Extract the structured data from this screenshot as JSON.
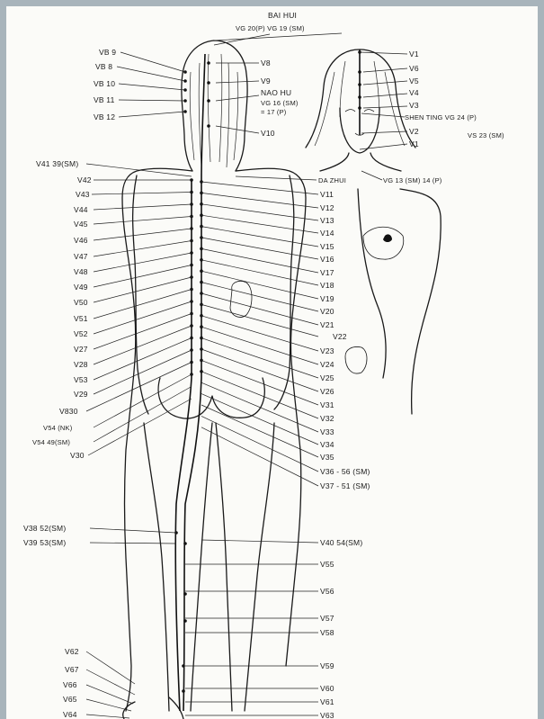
{
  "colors": {
    "frame": "#a8b4bb",
    "paper": "#fbfbf8",
    "ink": "#1a1a1a"
  },
  "labels": {
    "top1": "BAI HUI",
    "top2": "VG 20(P) VG 19 (SM)",
    "b9": "VB 9",
    "b8": "VB 8",
    "b10": "VB 10",
    "b11": "VB 11",
    "b12": "VB 12",
    "v8": "V8",
    "v9": "V9",
    "nao1": "NAO HU",
    "nao2": "VG 16 (SM)",
    "nao3": "= 17 (P)",
    "v10": "V10",
    "f1": "V1",
    "f6": "V6",
    "f5": "V5",
    "f4": "V4",
    "f3": "V3",
    "shen": "SHEN TING VG 24 (P)",
    "vs23": "VS 23 (SM)",
    "f2": "V2",
    "fv1": "V1",
    "v41": "V41 39(SM)",
    "dazhui": "DA ZHUI",
    "vg13": "VG 13 (SM) 14 (P)",
    "l42": "V42",
    "l43": "V43",
    "l44": "V44",
    "l45": "V45",
    "l46": "V46",
    "l47": "V47",
    "l48": "V48",
    "l49": "V49",
    "l50": "V50",
    "l51": "V51",
    "l52": "V52",
    "l27": "V27",
    "l28": "V28",
    "l53": "V53",
    "l29": "V29",
    "l830": "V830",
    "l54a": "V54 (NK)",
    "l54b": "V54 49(SM)",
    "l30": "V30",
    "r11": "V11",
    "r12": "V12",
    "r13": "V13",
    "r14": "V14",
    "r15": "V15",
    "r16": "V16",
    "r17": "V17",
    "r18": "V18",
    "r19": "V19",
    "r20": "V20",
    "r21": "V21",
    "r22": "V22",
    "r23": "V23",
    "r24": "V24",
    "r25": "V25",
    "r26": "V26",
    "r31": "V31",
    "r32": "V32",
    "r33": "V33",
    "r34": "V34",
    "r35": "V35",
    "r36": "V36 - 56 (SM)",
    "r37": "V37 - 51 (SM)",
    "l38": "V38 52(SM)",
    "l39": "V39 53(SM)",
    "r40": "V40  54(SM)",
    "r55": "V55",
    "r56": "V56",
    "r57": "V57",
    "r58": "V58",
    "r59": "V59",
    "r60": "V60",
    "r61": "V61",
    "l62": "V62",
    "l67": "V67",
    "l66": "V66",
    "l65": "V65",
    "l64": "V64",
    "r63": "V63"
  }
}
